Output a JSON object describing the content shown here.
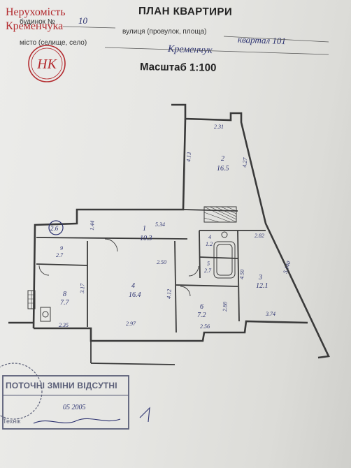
{
  "brand": {
    "line1": "Нерухомість",
    "line2": "Кременчука",
    "monogram": "НК",
    "color": "#b32a2e"
  },
  "header": {
    "title": "ПЛАН КВАРТИРИ",
    "house_label": "будинок №",
    "house_number": "10",
    "street_label": "вулиця (провулок, площа)",
    "street_value": "квартал 101",
    "city_label": "місто (селище, село)",
    "city_value": "Кременчук",
    "scale": "Масштаб 1:100"
  },
  "plan": {
    "rooms": [
      {
        "number": "2",
        "area": "16.5"
      },
      {
        "number": "1",
        "area": "10.3"
      },
      {
        "number": "3",
        "area": "12.1"
      },
      {
        "number": "4",
        "area": "16.4"
      },
      {
        "number": "8",
        "area": "7.7"
      },
      {
        "number": "6",
        "area": "7.2"
      },
      {
        "number": "4",
        "area": "1.2"
      },
      {
        "number": "5",
        "area": "2.7"
      },
      {
        "number": "9",
        "area": "2.7"
      }
    ],
    "dimensions": [
      "2.31",
      "4.13",
      "4.27",
      "5.34",
      "1.44",
      "2.82",
      "4.50",
      "5.140",
      "3.74",
      "2.50",
      "3.17",
      "4.12",
      "2.97",
      "2.56",
      "2.80",
      "2.35"
    ],
    "corridor_mark": "2.6",
    "line_color": "#3a3a3a",
    "ink_color": "#2c3270"
  },
  "stamp": {
    "title": "ПОТОЧНІ ЗМІНИ ВІДСУТНІ",
    "date": "05  2005",
    "label": "Технік",
    "color": "#5b5f78"
  }
}
